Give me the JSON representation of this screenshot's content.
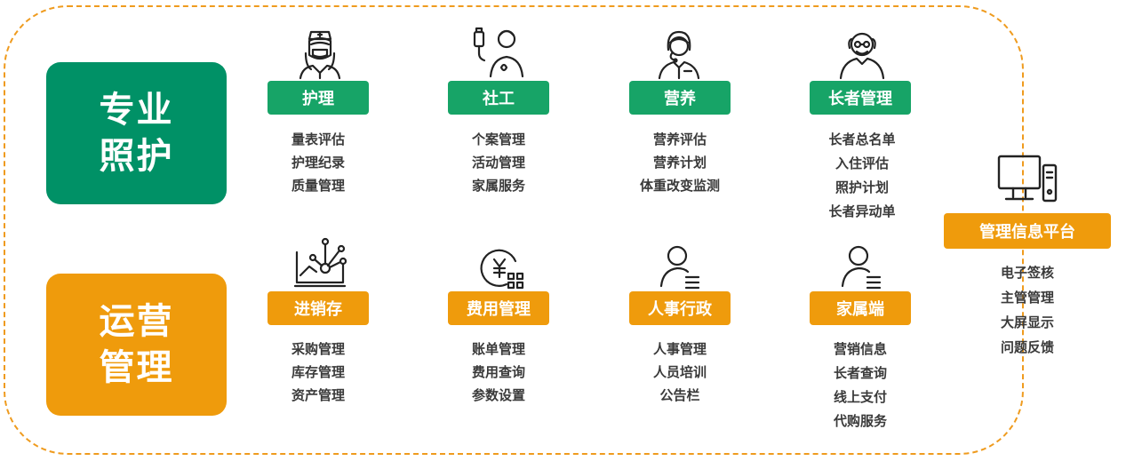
{
  "categories": {
    "professional_care": {
      "line1": "专业",
      "line2": "照护"
    },
    "operations": {
      "line1": "运营",
      "line2": "管理"
    }
  },
  "modules": {
    "nursing": {
      "label": "护理",
      "icon": "nurse-icon",
      "items": [
        "量表评估",
        "护理纪录",
        "质量管理"
      ]
    },
    "social_work": {
      "label": "社工",
      "icon": "social-worker-icon",
      "items": [
        "个案管理",
        "活动管理",
        "家属服务"
      ]
    },
    "nutrition": {
      "label": "营养",
      "icon": "nutritionist-icon",
      "items": [
        "营养评估",
        "营养计划",
        "体重改变监测"
      ]
    },
    "elder_management": {
      "label": "长者管理",
      "icon": "elder-icon",
      "items": [
        "长者总名单",
        "入住评估",
        "照护计划",
        "长者异动单"
      ]
    },
    "inventory": {
      "label": "进销存",
      "icon": "inventory-network-icon",
      "items": [
        "采购管理",
        "库存管理",
        "资产管理"
      ]
    },
    "fee_management": {
      "label": "费用管理",
      "icon": "yen-coin-icon",
      "items": [
        "账单管理",
        "费用查询",
        "参数设置"
      ]
    },
    "hr_admin": {
      "label": "人事行政",
      "icon": "person-list-icon",
      "items": [
        "人事管理",
        "人员培训",
        "公告栏"
      ]
    },
    "family_portal": {
      "label": "家属端",
      "icon": "person-list-icon",
      "items": [
        "营销信息",
        "长者查询",
        "线上支付",
        "代购服务"
      ]
    },
    "platform": {
      "label": "管理信息平台",
      "icon": "computer-icon",
      "items": [
        "电子签核",
        "主管管理",
        "大屏显示",
        "问题反馈"
      ]
    }
  },
  "colors": {
    "green_primary": "#009166",
    "green_label": "#17a467",
    "orange": "#ef9b0c",
    "frame_dash": "#ef9b1e"
  }
}
